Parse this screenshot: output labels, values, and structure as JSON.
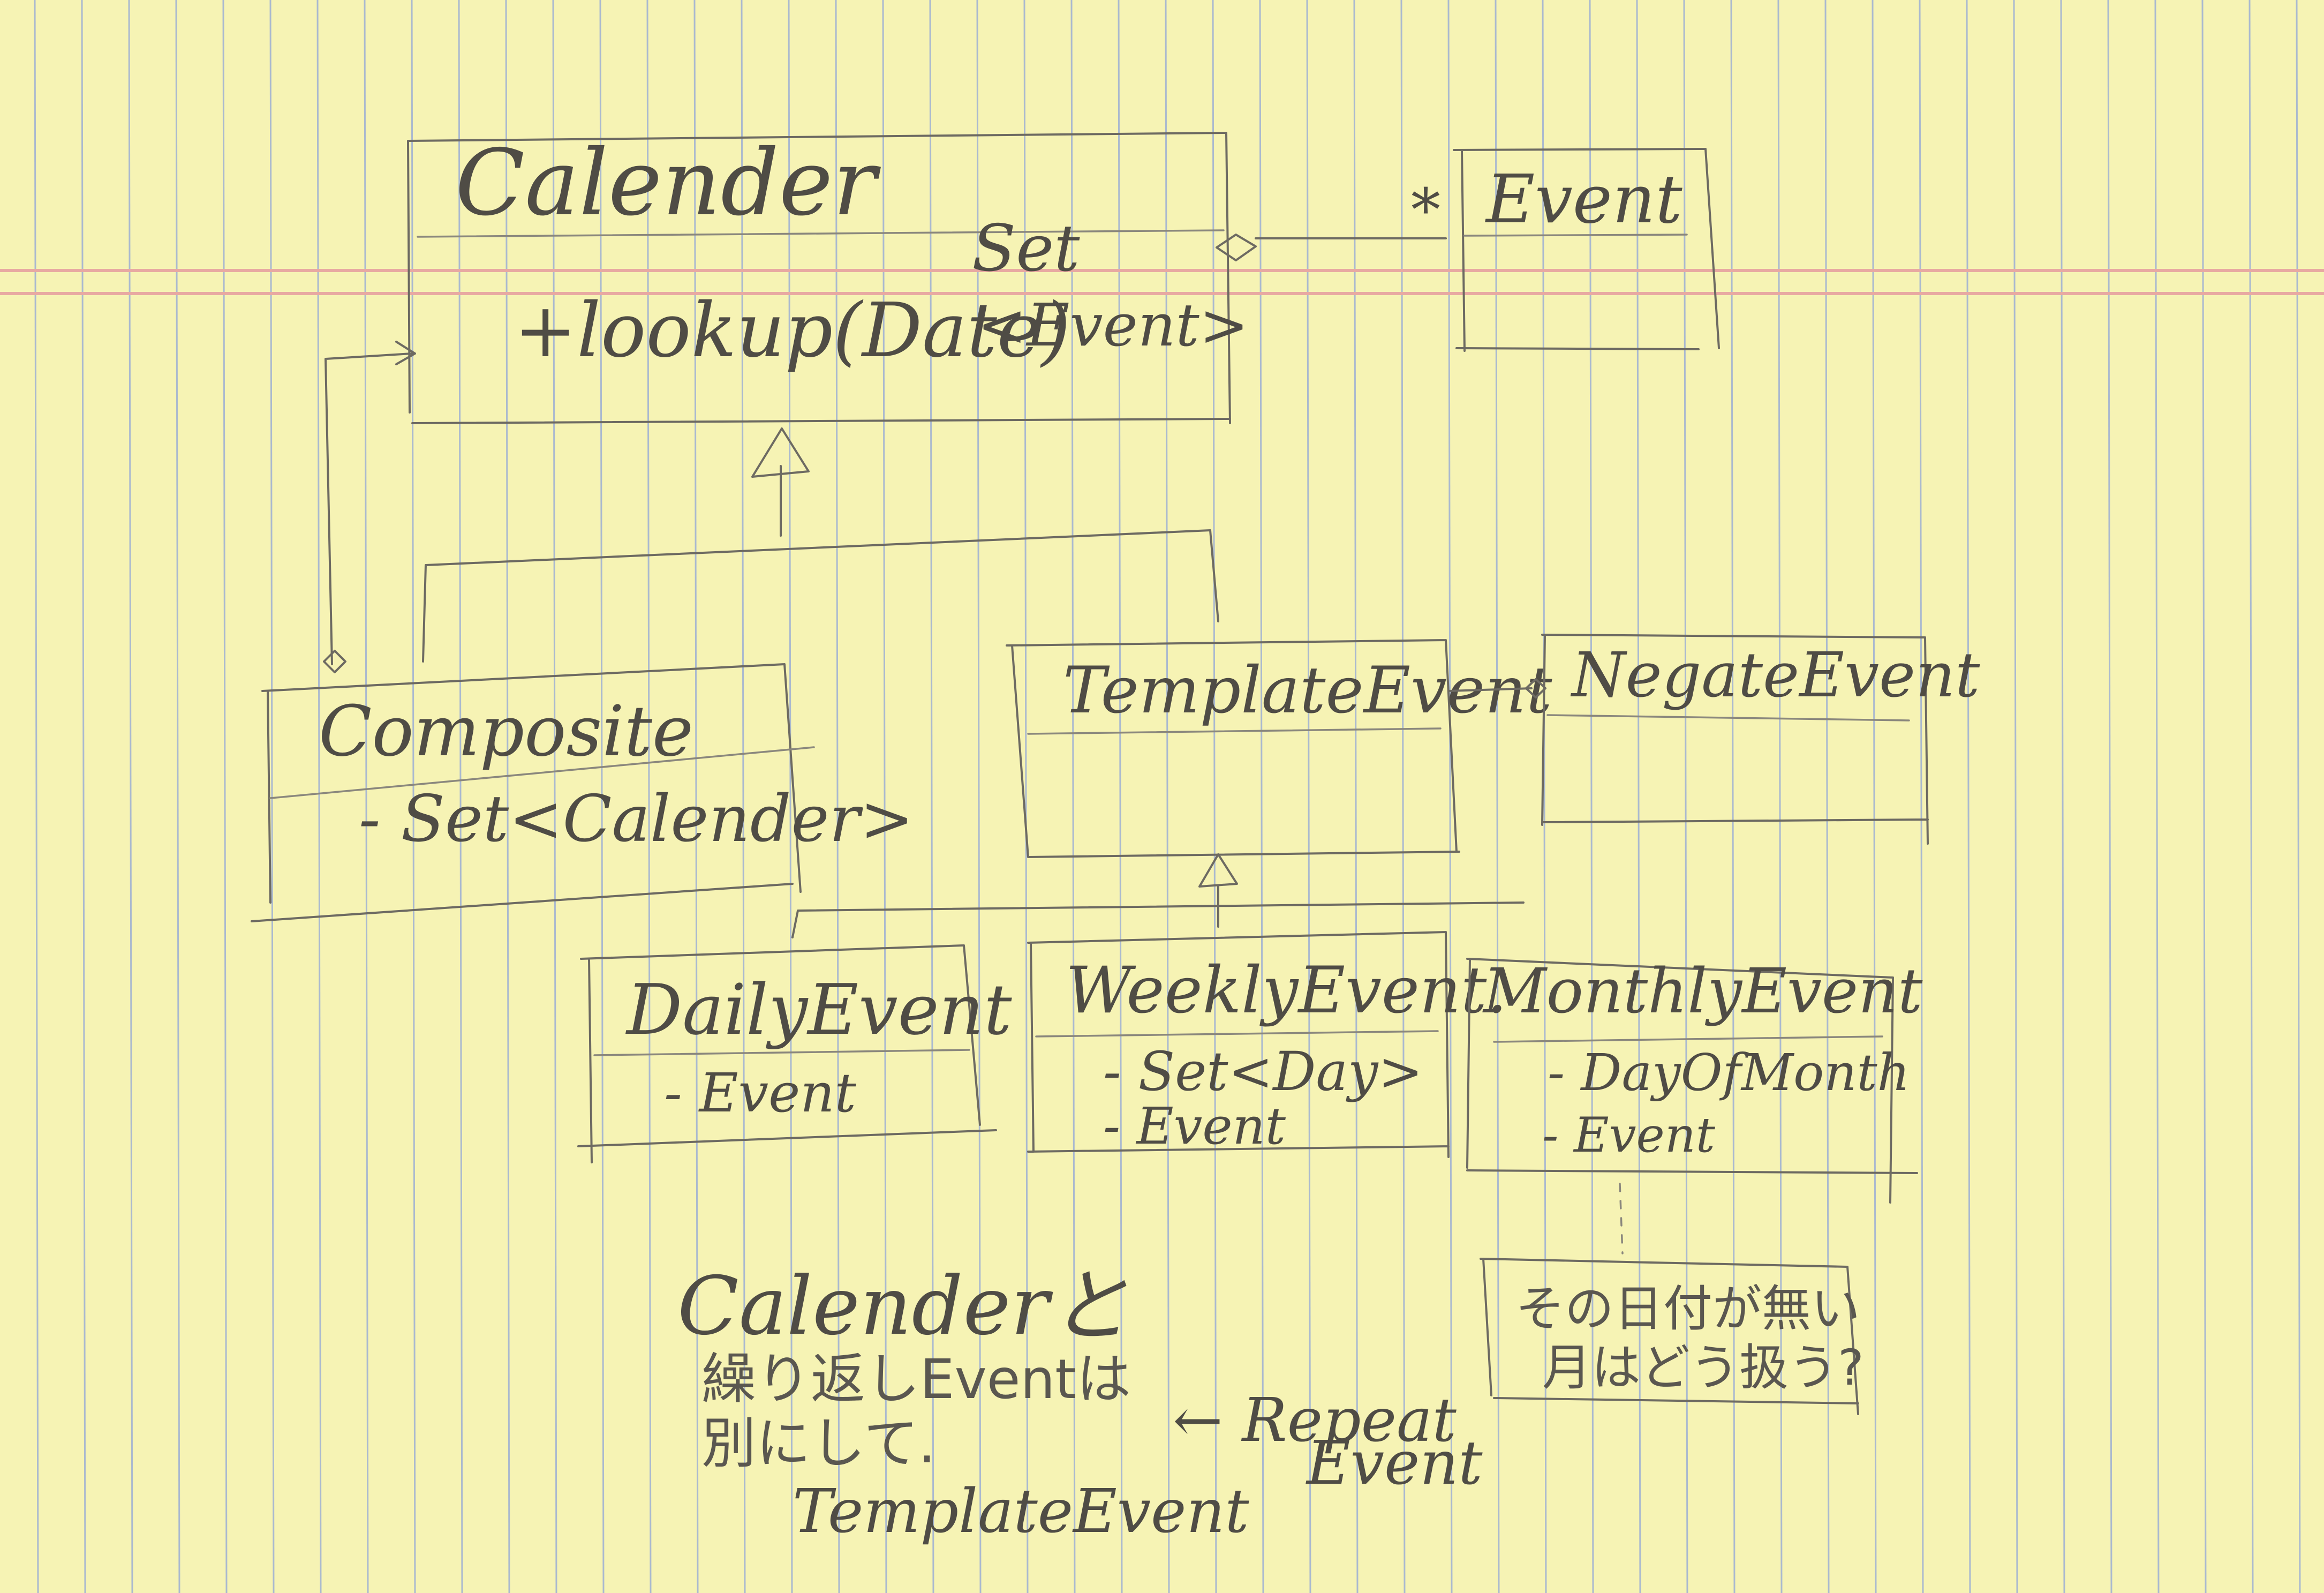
{
  "diagram": {
    "classes": {
      "calender": {
        "name": "Calender",
        "method": "+lookup(Date)",
        "return_set": "Set",
        "return_type": "<Event>"
      },
      "event": {
        "name": "Event"
      },
      "composite": {
        "name": "Composite",
        "field": "- Set<Calender>"
      },
      "template_event": {
        "name": "TemplateEvent"
      },
      "negate_event": {
        "name": "NegateEvent"
      },
      "daily_event": {
        "name": "DailyEvent",
        "field": "- Event"
      },
      "weekly_event": {
        "name": "WeeklyEvent.",
        "fields": [
          "- Set<Day>",
          "- Event"
        ]
      },
      "monthly_event": {
        "name": "MonthlyEvent",
        "fields": [
          "- DayOfMonth",
          "- Event"
        ]
      }
    },
    "multiplicity": {
      "event_many": "*"
    },
    "notes": {
      "main": [
        "Calenderと",
        "繰り返しEventは",
        "別にして.",
        "TemplateEvent"
      ],
      "repeat": [
        "← Repeat",
        "Event"
      ],
      "question": [
        "その日付が無い",
        "月はどう扱う?"
      ]
    }
  }
}
